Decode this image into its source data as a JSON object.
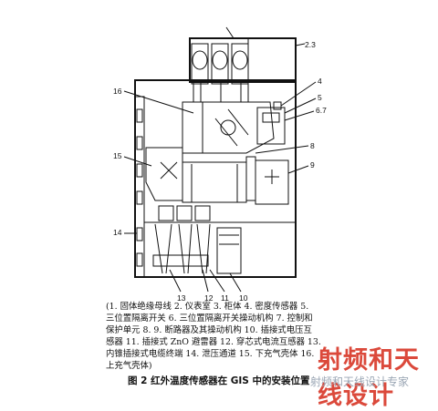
{
  "labels": {
    "l23": "2.3",
    "l4": "4",
    "l5": "5",
    "l67": "6.7",
    "l8": "8",
    "l9": "9",
    "l16": "16",
    "l15": "15",
    "l14": "14",
    "l13": "13",
    "l12": "12",
    "l11": "11",
    "l10": "10"
  },
  "legend": [
    "(1. 固体绝缘母线 2. 仪表室 3. 柜体 4. 密度传感器 5.",
    "三位置隔离开关 6. 三位置隔离开关操动机构 7. 控制和",
    "保护单元 8. 9. 断路器及其操动机构 10. 插接式电压互",
    "感器 11. 插接式 ZnO 避雷器 12. 穿芯式电流互感器 13.",
    "内锥插接式电缆终端 14. 泄压通道 15. 下充气壳体 16.",
    "上充气壳体)"
  ],
  "caption": "图 2   红外温度传感器在 GIS 中的安装位置",
  "watermark": {
    "main": "射频和天线设计",
    "sub": "射频和天线设计专家"
  }
}
